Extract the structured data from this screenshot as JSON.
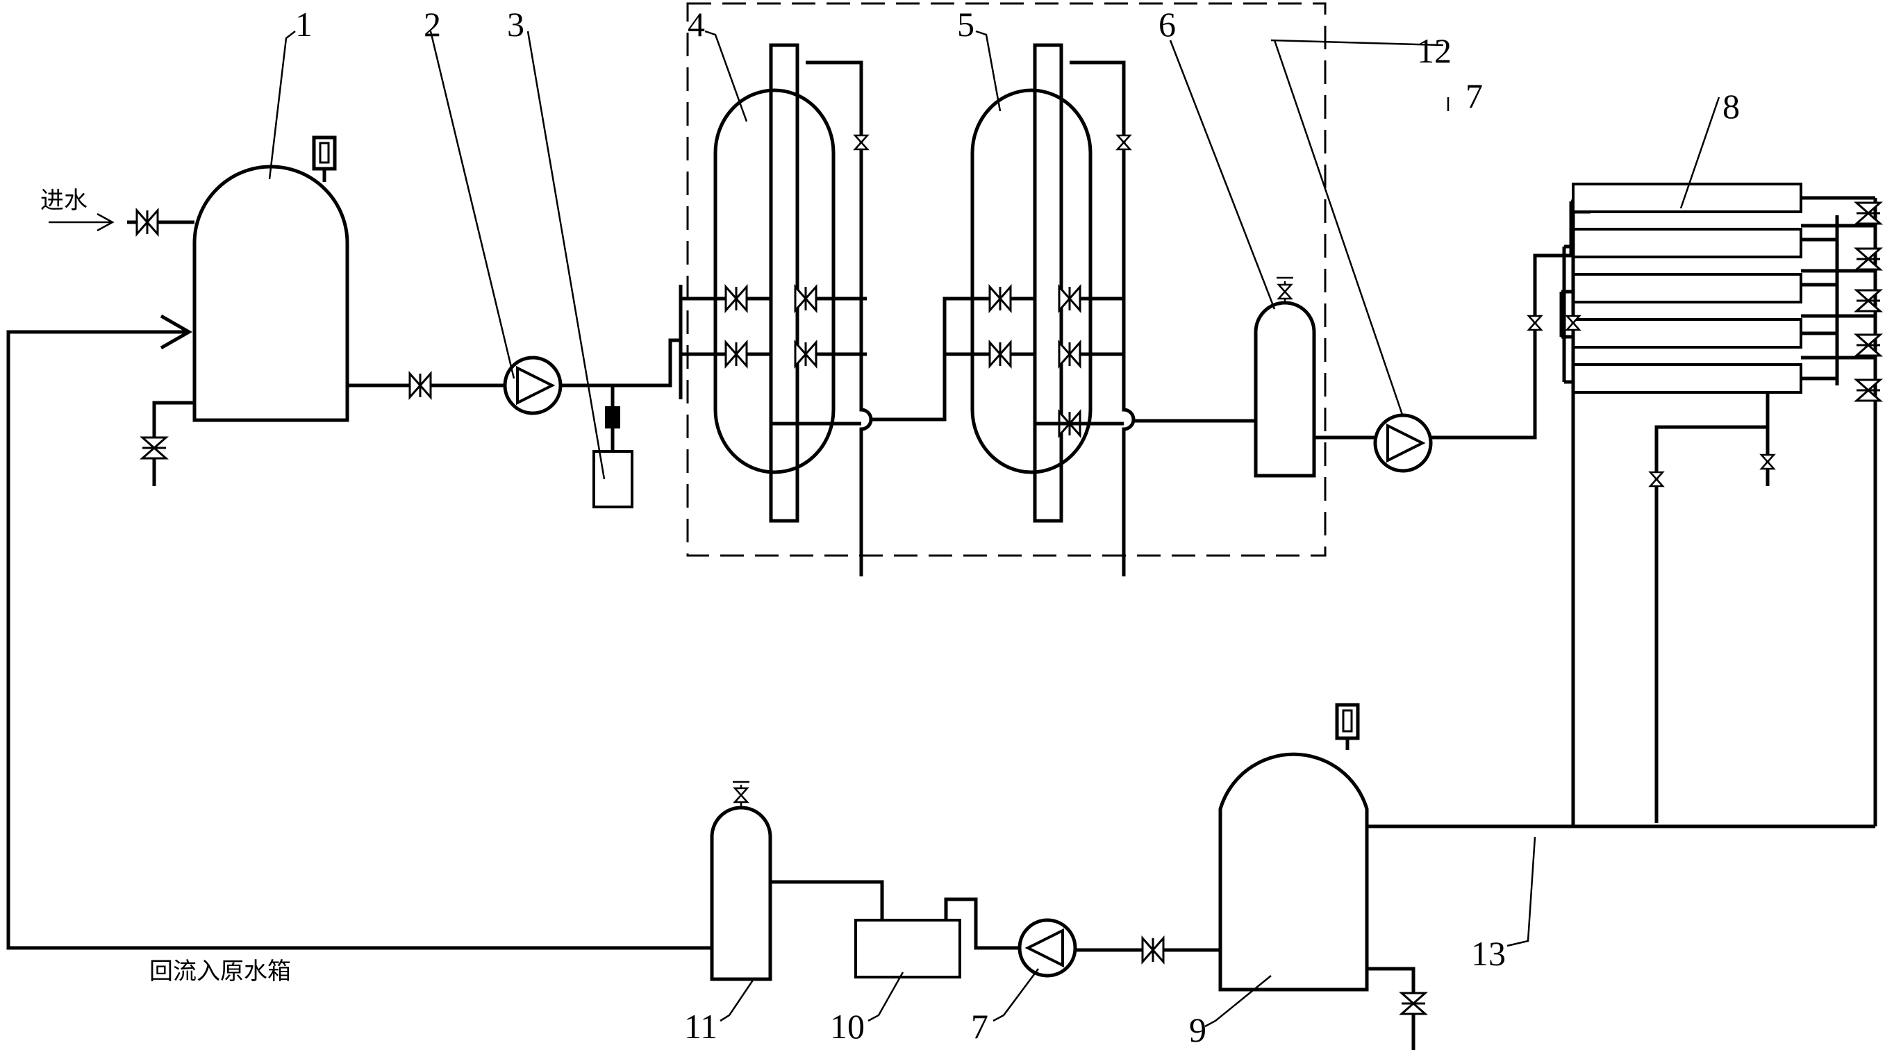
{
  "labels": {
    "inlet": "进水",
    "return": "回流入原水箱"
  },
  "numbers": {
    "n1": "1",
    "n2": "2",
    "n3": "3",
    "n4": "4",
    "n5": "5",
    "n6": "6",
    "n7a": "7",
    "n7b": "7",
    "n8": "8",
    "n9": "9",
    "n10": "10",
    "n11": "11",
    "n12": "12",
    "n13": "13"
  }
}
